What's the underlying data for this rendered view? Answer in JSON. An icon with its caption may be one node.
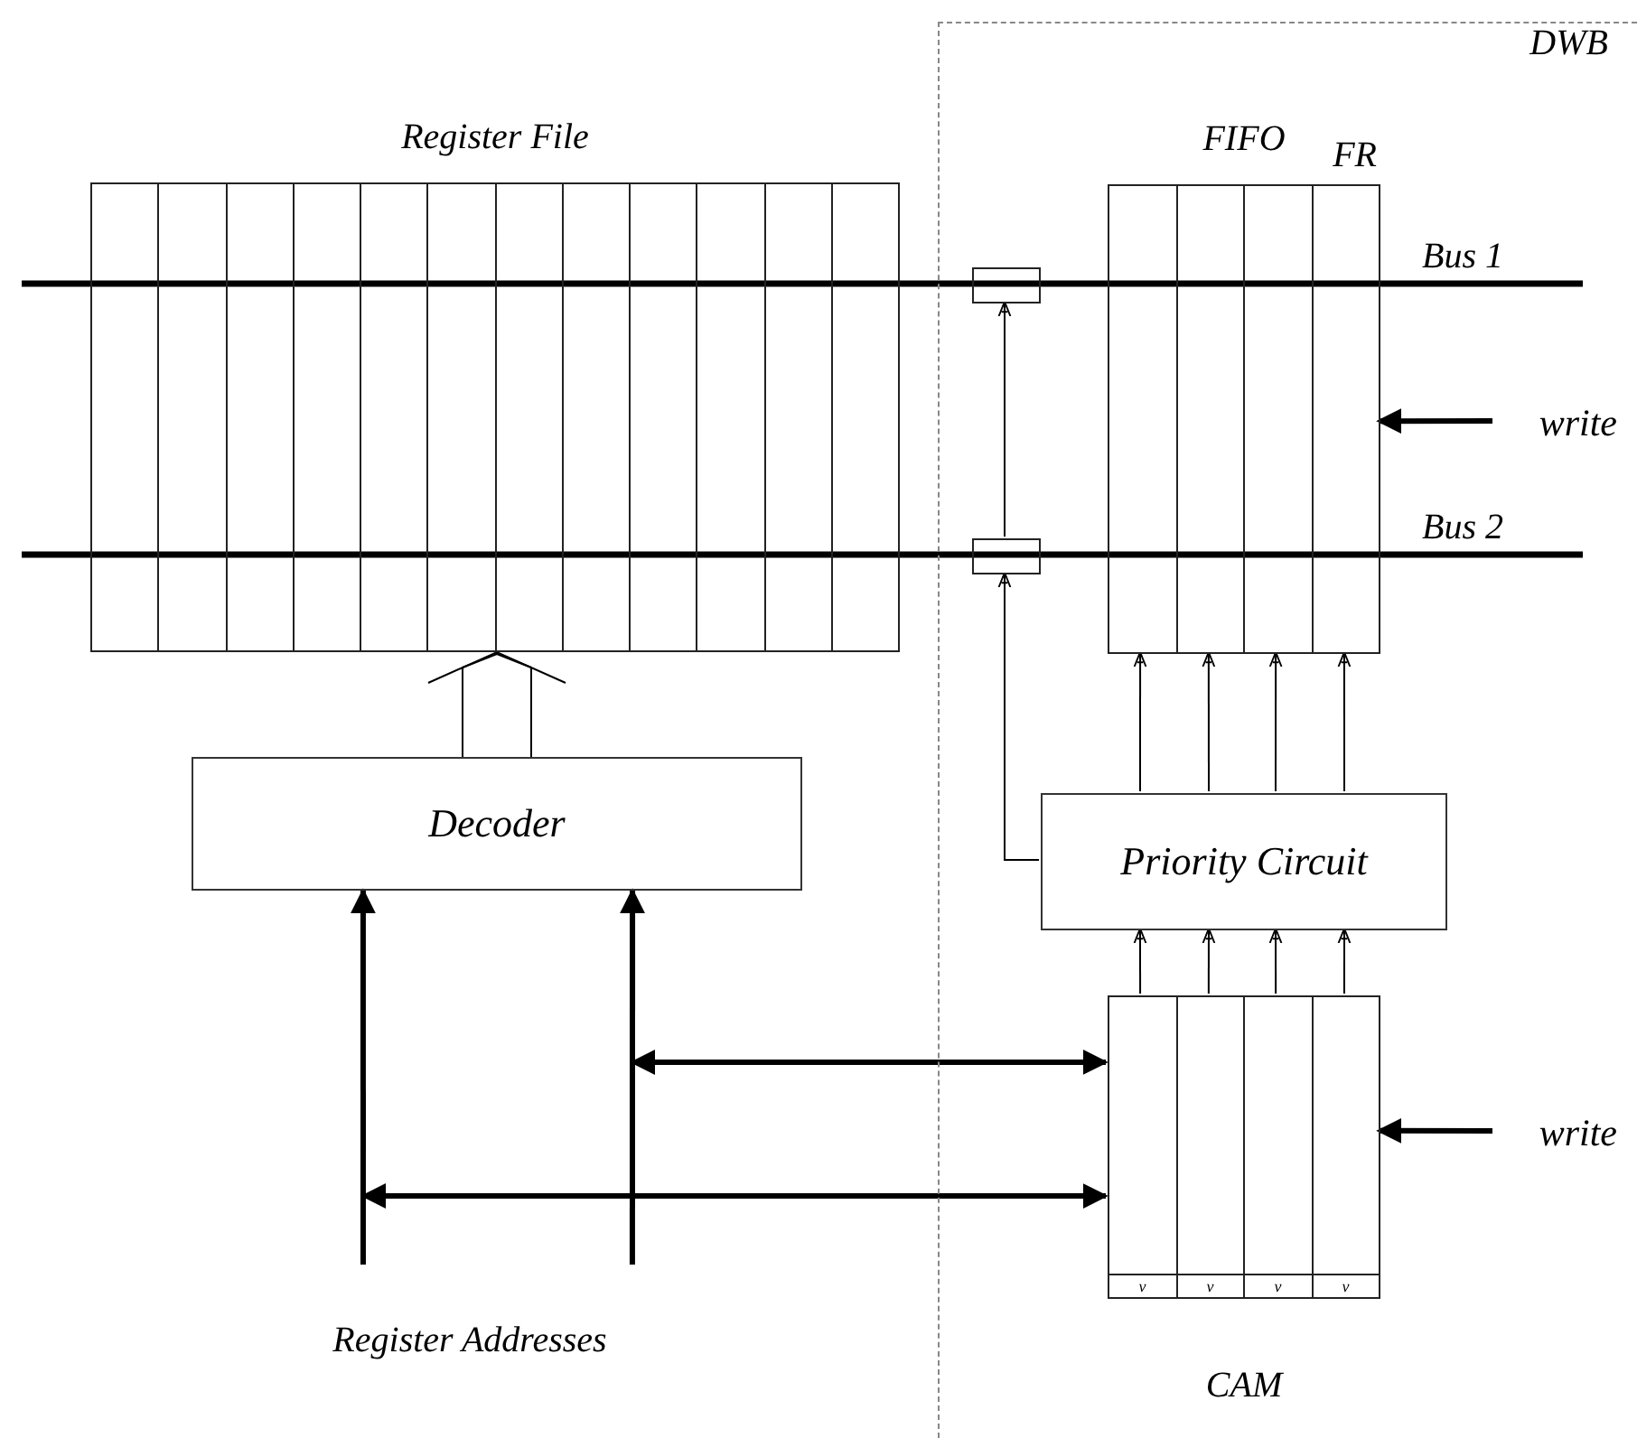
{
  "diagram": {
    "nodes": [
      {
        "text": [
          "DWB"
        ]
      },
      {
        "text": [
          "Register File"
        ]
      },
      {
        "text": [
          "FIFO"
        ],
        "beside": [
          "FR"
        ],
        "in": 0
      },
      {
        "text": [],
        "shape": "box",
        "in": 0
      },
      {
        "text": [],
        "shape": "box",
        "in": 0
      },
      {
        "text": [
          "write"
        ],
        "in": 0
      },
      {
        "text": [
          "Decoder"
        ]
      },
      {
        "text": [
          "Priority Circuit"
        ],
        "in": 0
      },
      {
        "text": [
          "CAM"
        ],
        "in": 0
      },
      {
        "text": [
          "write"
        ],
        "in": 0
      },
      {
        "text": [
          "Register Addresses"
        ]
      }
    ],
    "edges": [
      {
        "from": 6,
        "to": 1,
        "arrow": "to"
      },
      {
        "from": 10,
        "to": 6,
        "arrow": "to",
        "style": "thick"
      },
      {
        "from": 10,
        "to": 6,
        "arrow": "to",
        "style": "thick"
      },
      {
        "from": null,
        "to": 8,
        "arrow": "both",
        "style": "thick"
      },
      {
        "from": null,
        "to": 8,
        "arrow": "both",
        "style": "thick"
      },
      {
        "from": 8,
        "to": 7,
        "arrow": "to"
      },
      {
        "from": 8,
        "to": 7,
        "arrow": "to"
      },
      {
        "from": 8,
        "to": 7,
        "arrow": "to"
      },
      {
        "from": 8,
        "to": 7,
        "arrow": "to"
      },
      {
        "from": 7,
        "to": 2,
        "arrow": "to"
      },
      {
        "from": 7,
        "to": 2,
        "arrow": "to"
      },
      {
        "from": 7,
        "to": 2,
        "arrow": "to"
      },
      {
        "from": 7,
        "to": 2,
        "arrow": "to"
      },
      {
        "from": 7,
        "to": 4,
        "arrow": "to"
      },
      {
        "from": 4,
        "to": 3,
        "arrow": "to"
      },
      {
        "from": 5,
        "to": 2,
        "arrow": "to",
        "style": "thick"
      },
      {
        "from": 9,
        "to": 8,
        "arrow": "to",
        "style": "thick"
      }
    ],
    "labels": [
      "Bus 1",
      "Bus 2",
      "v",
      "v",
      "v",
      "v"
    ]
  }
}
